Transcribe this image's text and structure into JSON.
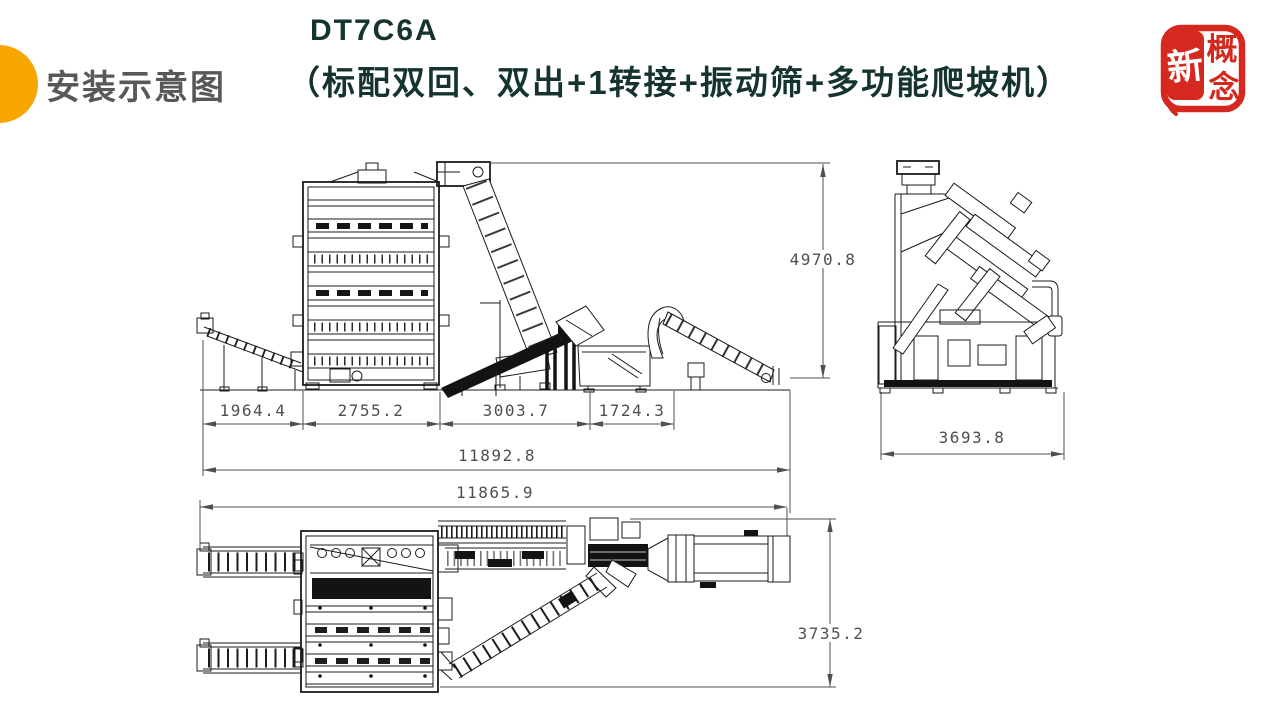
{
  "header": {
    "section_title": "安装示意图",
    "accent_color": "#F7A600"
  },
  "title": {
    "model": "DT7C6A",
    "config": "（标配双回、双出+1转接+振动筛+多功能爬坡机）",
    "text_color": "#15332F"
  },
  "logo": {
    "char_left": "新",
    "char_top_right": "概",
    "char_bottom_right": "念",
    "seal_color": "#D5281E"
  },
  "drawing": {
    "dimensions": {
      "seg1": "1964.4",
      "seg2": "2755.2",
      "seg3": "3003.7",
      "seg4": "1724.3",
      "total_side": "11892.8",
      "total_plan": "11865.9",
      "height_side": "4970.8",
      "width_end": "3693.8",
      "depth_plan": "3735.2"
    }
  }
}
